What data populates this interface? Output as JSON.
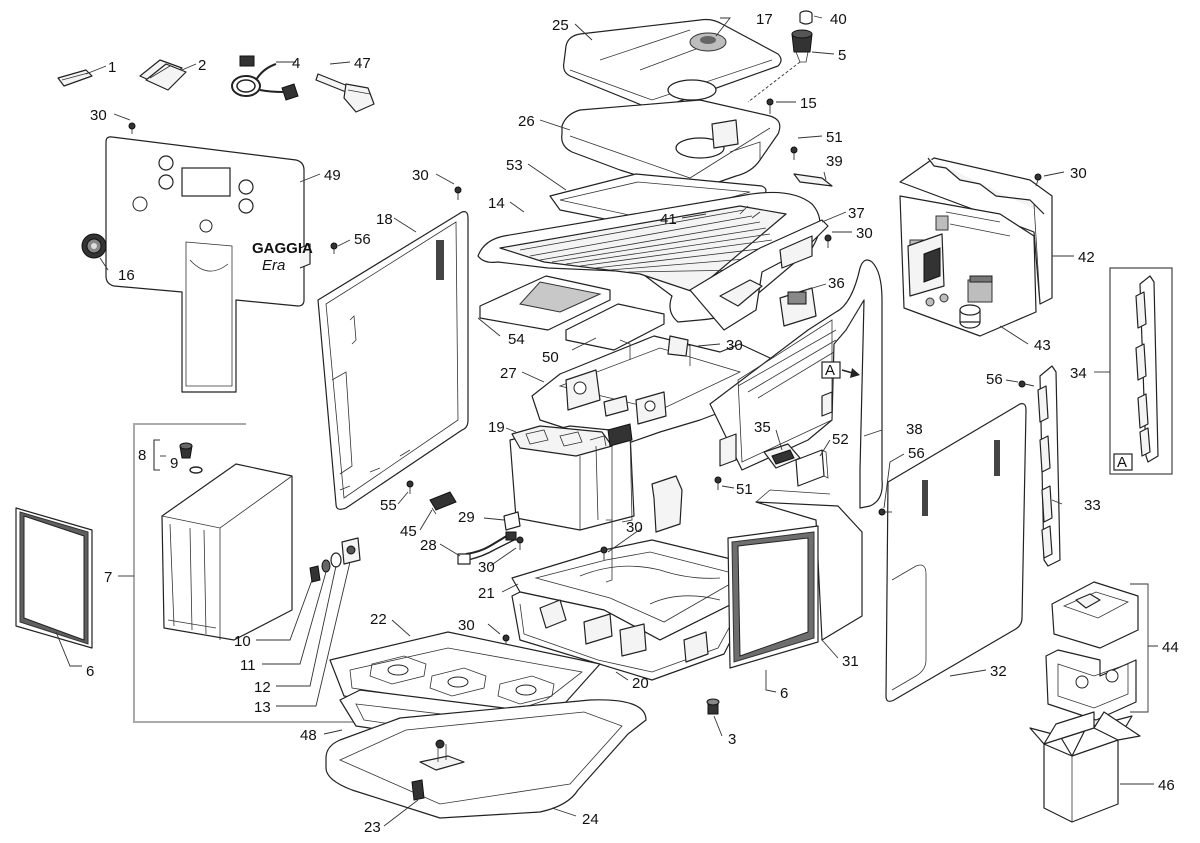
{
  "diagram": {
    "brand_text": "GAGGIA",
    "model_text": "Era",
    "detail_marker": "A",
    "callouts": [
      {
        "id": "c1",
        "text": "1"
      },
      {
        "id": "c2",
        "text": "2"
      },
      {
        "id": "c4",
        "text": "4"
      },
      {
        "id": "c47",
        "text": "47"
      },
      {
        "id": "c30a",
        "text": "30"
      },
      {
        "id": "c49",
        "text": "49"
      },
      {
        "id": "c56a",
        "text": "56"
      },
      {
        "id": "c16",
        "text": "16"
      },
      {
        "id": "c30b",
        "text": "30"
      },
      {
        "id": "c18",
        "text": "18"
      },
      {
        "id": "c25",
        "text": "25"
      },
      {
        "id": "c17",
        "text": "17"
      },
      {
        "id": "c40",
        "text": "40"
      },
      {
        "id": "c5",
        "text": "5"
      },
      {
        "id": "c15",
        "text": "15"
      },
      {
        "id": "c26",
        "text": "26"
      },
      {
        "id": "c51a",
        "text": "51"
      },
      {
        "id": "c39",
        "text": "39"
      },
      {
        "id": "c53",
        "text": "53"
      },
      {
        "id": "c14",
        "text": "14"
      },
      {
        "id": "c41",
        "text": "41"
      },
      {
        "id": "c37",
        "text": "37"
      },
      {
        "id": "c30c",
        "text": "30"
      },
      {
        "id": "c30d",
        "text": "30"
      },
      {
        "id": "c42",
        "text": "42"
      },
      {
        "id": "c43",
        "text": "43"
      },
      {
        "id": "c34",
        "text": "34"
      },
      {
        "id": "c36",
        "text": "36"
      },
      {
        "id": "c54",
        "text": "54"
      },
      {
        "id": "c50",
        "text": "50"
      },
      {
        "id": "c30e",
        "text": "30"
      },
      {
        "id": "c27",
        "text": "27"
      },
      {
        "id": "c56b",
        "text": "56"
      },
      {
        "id": "c8",
        "text": "8"
      },
      {
        "id": "c9",
        "text": "9"
      },
      {
        "id": "c19",
        "text": "19"
      },
      {
        "id": "c35",
        "text": "35"
      },
      {
        "id": "c52",
        "text": "52"
      },
      {
        "id": "c38",
        "text": "38"
      },
      {
        "id": "c56c",
        "text": "56"
      },
      {
        "id": "c51b",
        "text": "51"
      },
      {
        "id": "c33",
        "text": "33"
      },
      {
        "id": "c55",
        "text": "55"
      },
      {
        "id": "c45",
        "text": "45"
      },
      {
        "id": "c29",
        "text": "29"
      },
      {
        "id": "c28",
        "text": "28"
      },
      {
        "id": "c30f",
        "text": "30"
      },
      {
        "id": "c30g",
        "text": "30"
      },
      {
        "id": "c21",
        "text": "21"
      },
      {
        "id": "c7",
        "text": "7"
      },
      {
        "id": "c6a",
        "text": "6"
      },
      {
        "id": "c10",
        "text": "10"
      },
      {
        "id": "c11",
        "text": "11"
      },
      {
        "id": "c12",
        "text": "12"
      },
      {
        "id": "c13",
        "text": "13"
      },
      {
        "id": "c22",
        "text": "22"
      },
      {
        "id": "c30h",
        "text": "30"
      },
      {
        "id": "c20",
        "text": "20"
      },
      {
        "id": "c31",
        "text": "31"
      },
      {
        "id": "c6b",
        "text": "6"
      },
      {
        "id": "c32",
        "text": "32"
      },
      {
        "id": "c44",
        "text": "44"
      },
      {
        "id": "c3",
        "text": "3"
      },
      {
        "id": "c48",
        "text": "48"
      },
      {
        "id": "c46",
        "text": "46"
      },
      {
        "id": "c23",
        "text": "23"
      },
      {
        "id": "c24",
        "text": "24"
      }
    ]
  }
}
